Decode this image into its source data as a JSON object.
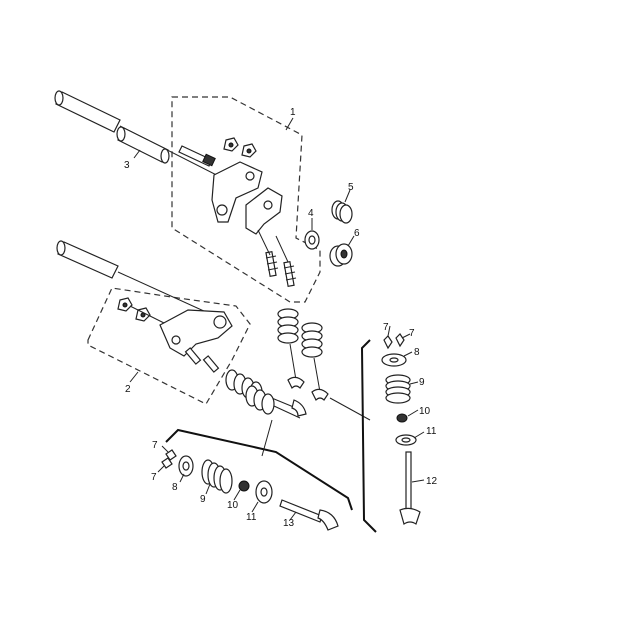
{
  "callouts": {
    "c1": "1",
    "c2": "2",
    "c3": "3",
    "c4": "4",
    "c5": "5",
    "c6": "6",
    "c7a": "7",
    "c7b": "7",
    "c7c": "7",
    "c7d": "7",
    "c8a": "8",
    "c8b": "8",
    "c9a": "9",
    "c9b": "9",
    "c10a": "10",
    "c10b": "10",
    "c11a": "11",
    "c11b": "11",
    "c12": "12",
    "c13": "13"
  }
}
